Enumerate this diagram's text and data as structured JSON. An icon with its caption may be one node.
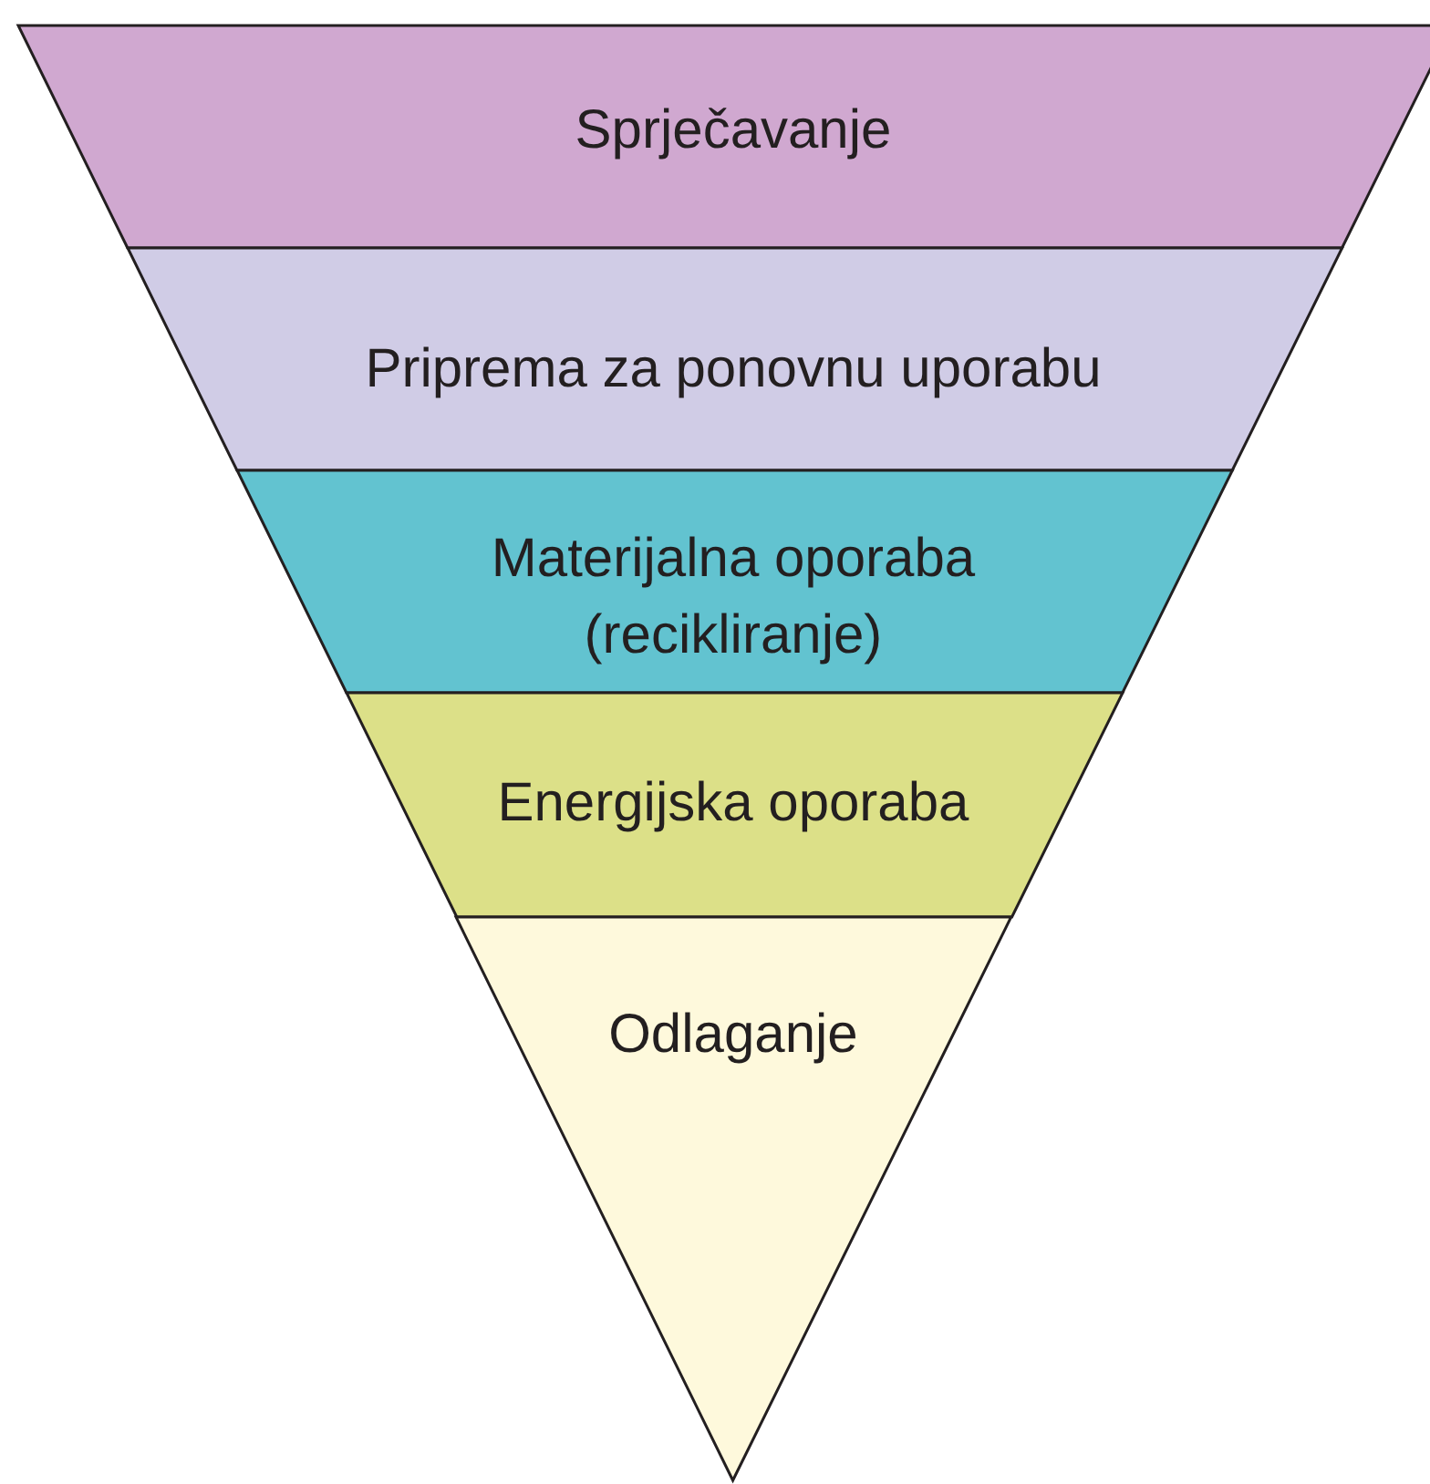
{
  "diagram": {
    "nodes": [
      {
        "text": [
          "Sprječavanje"
        ]
      },
      {
        "text": [
          "Priprema za ponovnu uporabu"
        ]
      },
      {
        "text": [
          "Materijalna oporaba (recikliranje)"
        ]
      },
      {
        "text": [
          "Energijska oporaba"
        ]
      },
      {
        "text": [
          "Odlaganje"
        ]
      }
    ]
  }
}
